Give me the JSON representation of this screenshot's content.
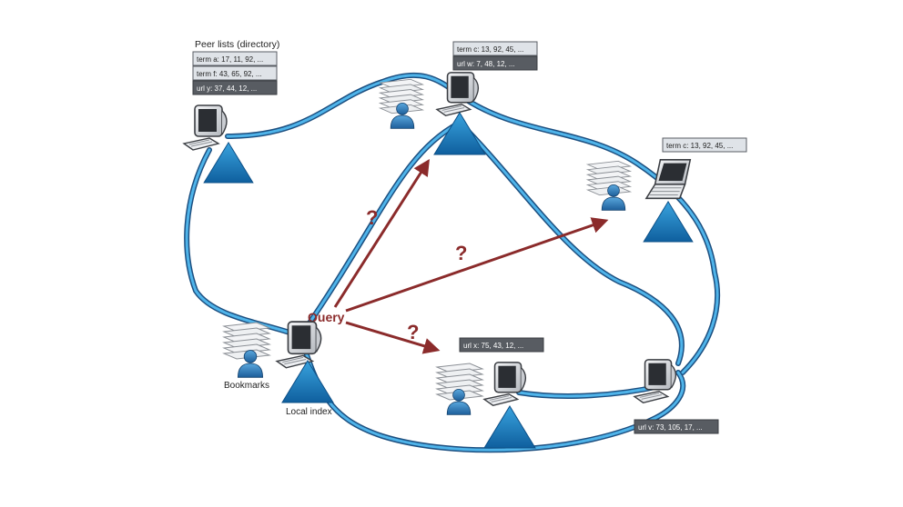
{
  "labels": {
    "peer_lists_title": "Peer lists (directory)",
    "query": "Query",
    "bookmarks": "Bookmarks",
    "local_index": "Local index"
  },
  "question_mark": "?",
  "directory_entries": [
    "term a: 17, 11, 92, ...",
    "term f: 43, 65, 92, ...",
    "url y: 37, 44, 12, ..."
  ],
  "top_peer_entries": [
    "term c: 13, 92, 45, ...",
    "url w: 7, 48, 12, ..."
  ],
  "right_peer_entry": "term c: 13, 92, 45, ...",
  "bottom_peer_entry": "url x: 75, 43, 12, ...",
  "bottom_right_peer_entry": "url v: 73, 105, 17, ...",
  "colors": {
    "link_outer": "#1c4f80",
    "link_inner": "#4fb4ea",
    "query_arrow": "#8b2b2b",
    "triangle_top": "#39a3de",
    "triangle_bottom": "#0f5f9e",
    "dark_box": "#585c62",
    "light_box": "#dfe3e8"
  },
  "icons": [
    "desktop-computer-icon",
    "laptop-icon",
    "document-stack-icon",
    "person-icon",
    "triangle-peer-icon"
  ]
}
